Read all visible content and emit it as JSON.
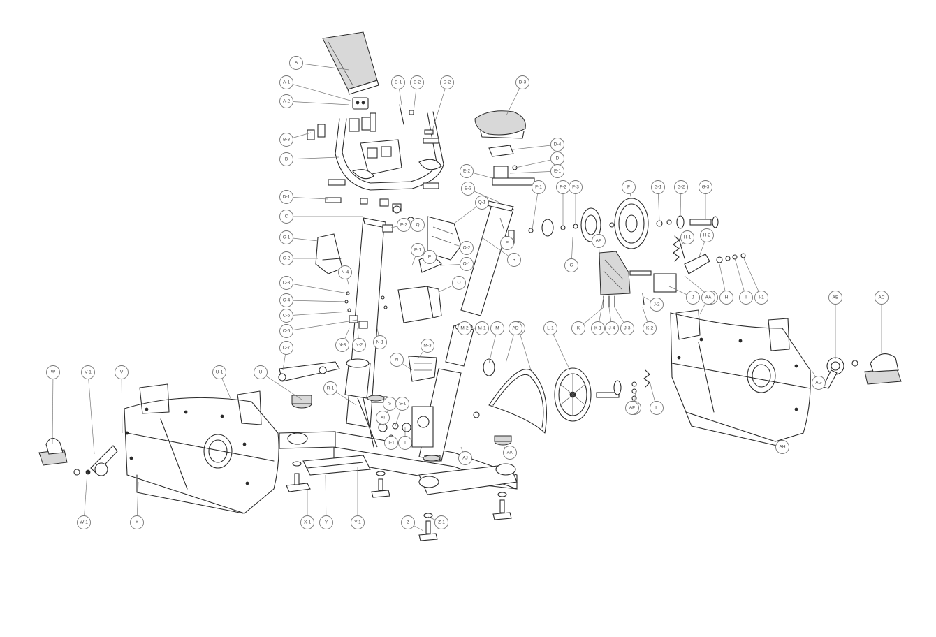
{
  "diagram": {
    "kind": "exploded-parts-view",
    "callouts": [
      {
        "id": "c1",
        "label": "A"
      },
      {
        "id": "c2",
        "label": "A-1"
      },
      {
        "id": "c3",
        "label": "A-2"
      },
      {
        "id": "c4",
        "label": "B-1"
      },
      {
        "id": "c5",
        "label": "B-2"
      },
      {
        "id": "c6",
        "label": "B"
      },
      {
        "id": "c7",
        "label": "B-3"
      },
      {
        "id": "c8",
        "label": "C"
      },
      {
        "id": "c9",
        "label": "C-1"
      },
      {
        "id": "c10",
        "label": "C-2"
      },
      {
        "id": "c11",
        "label": "C-3"
      },
      {
        "id": "c12",
        "label": "C-4"
      },
      {
        "id": "c13",
        "label": "C-5"
      },
      {
        "id": "c14",
        "label": "C-6"
      },
      {
        "id": "c15",
        "label": "C-7"
      },
      {
        "id": "c16",
        "label": "D-1"
      },
      {
        "id": "c17",
        "label": "D-2"
      },
      {
        "id": "c18",
        "label": "D-3"
      },
      {
        "id": "c19",
        "label": "D-4"
      },
      {
        "id": "c20",
        "label": "D"
      },
      {
        "id": "c21",
        "label": "E-1"
      },
      {
        "id": "c22",
        "label": "E-2"
      },
      {
        "id": "c23",
        "label": "E-3"
      },
      {
        "id": "c24",
        "label": "E"
      },
      {
        "id": "c25",
        "label": "F-1"
      },
      {
        "id": "c26",
        "label": "F-2"
      },
      {
        "id": "c27",
        "label": "F-3"
      },
      {
        "id": "c28",
        "label": "F"
      },
      {
        "id": "c29",
        "label": "G-1"
      },
      {
        "id": "c30",
        "label": "G-2"
      },
      {
        "id": "c31",
        "label": "G-3"
      },
      {
        "id": "c32",
        "label": "G"
      },
      {
        "id": "c33",
        "label": "H-1"
      },
      {
        "id": "c34",
        "label": "H-2"
      },
      {
        "id": "c35",
        "label": "H"
      },
      {
        "id": "c36",
        "label": "I"
      },
      {
        "id": "c37",
        "label": "I-1"
      },
      {
        "id": "c38",
        "label": "J"
      },
      {
        "id": "c39",
        "label": "J-1"
      },
      {
        "id": "c40",
        "label": "J-2"
      },
      {
        "id": "c41",
        "label": "J-3"
      },
      {
        "id": "c42",
        "label": "J-4"
      },
      {
        "id": "c43",
        "label": "K"
      },
      {
        "id": "c44",
        "label": "K-1"
      },
      {
        "id": "c45",
        "label": "K-2"
      },
      {
        "id": "c46",
        "label": "K-3"
      },
      {
        "id": "c47",
        "label": "L"
      },
      {
        "id": "c48",
        "label": "L-1"
      },
      {
        "id": "c49",
        "label": "L-2"
      },
      {
        "id": "c50",
        "label": "M"
      },
      {
        "id": "c51",
        "label": "M-1"
      },
      {
        "id": "c52",
        "label": "M-2"
      },
      {
        "id": "c53",
        "label": "M-3"
      },
      {
        "id": "c54",
        "label": "N"
      },
      {
        "id": "c55",
        "label": "N-1"
      },
      {
        "id": "c56",
        "label": "N-2"
      },
      {
        "id": "c57",
        "label": "N-3"
      },
      {
        "id": "c58",
        "label": "N-4"
      },
      {
        "id": "c59",
        "label": "O"
      },
      {
        "id": "c60",
        "label": "O-1"
      },
      {
        "id": "c61",
        "label": "O-2"
      },
      {
        "id": "c62",
        "label": "P"
      },
      {
        "id": "c63",
        "label": "P-1"
      },
      {
        "id": "c64",
        "label": "P-2"
      },
      {
        "id": "c65",
        "label": "Q"
      },
      {
        "id": "c66",
        "label": "Q-1"
      },
      {
        "id": "c67",
        "label": "R"
      },
      {
        "id": "c68",
        "label": "R-1"
      },
      {
        "id": "c69",
        "label": "S"
      },
      {
        "id": "c70",
        "label": "S-1"
      },
      {
        "id": "c71",
        "label": "T"
      },
      {
        "id": "c72",
        "label": "T-1"
      },
      {
        "id": "c73",
        "label": "U"
      },
      {
        "id": "c74",
        "label": "U-1"
      },
      {
        "id": "c75",
        "label": "V"
      },
      {
        "id": "c76",
        "label": "V-1"
      },
      {
        "id": "c77",
        "label": "W"
      },
      {
        "id": "c78",
        "label": "W-1"
      },
      {
        "id": "c79",
        "label": "X"
      },
      {
        "id": "c80",
        "label": "X-1"
      },
      {
        "id": "c81",
        "label": "Y"
      },
      {
        "id": "c82",
        "label": "Y-1"
      },
      {
        "id": "c83",
        "label": "Z"
      },
      {
        "id": "c84",
        "label": "Z-1"
      },
      {
        "id": "c85",
        "label": "AA"
      },
      {
        "id": "c86",
        "label": "AB"
      },
      {
        "id": "c87",
        "label": "AC"
      },
      {
        "id": "c88",
        "label": "AD"
      },
      {
        "id": "c89",
        "label": "AE"
      },
      {
        "id": "c90",
        "label": "AF"
      },
      {
        "id": "c91",
        "label": "AG"
      },
      {
        "id": "c92",
        "label": "AH"
      },
      {
        "id": "c93",
        "label": "AI"
      },
      {
        "id": "c94",
        "label": "AJ"
      },
      {
        "id": "c95",
        "label": "AK"
      }
    ]
  }
}
